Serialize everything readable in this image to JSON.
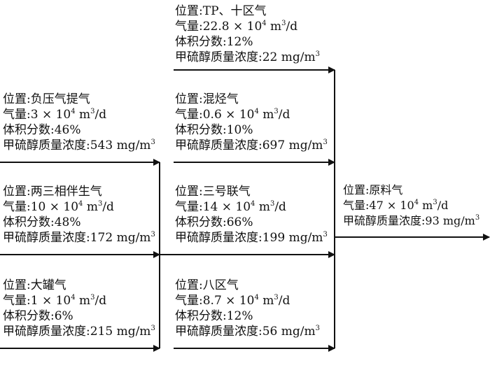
{
  "flows": [
    {
      "id": "tp",
      "location": "位置:TP、十区气",
      "flow": [
        "气量:22.8 × 10",
        "4",
        " m",
        "3",
        "/d"
      ],
      "volume_fraction": "体积分数:12%",
      "concentration": [
        "甲硫醇质量浓度:22 mg/m",
        "3"
      ]
    },
    {
      "id": "negative-pressure",
      "location": "位置:负压气提气",
      "flow": [
        "气量:3 × 10",
        "4",
        " m",
        "3",
        "/d"
      ],
      "volume_fraction": "体积分数:46%",
      "concentration": [
        "甲硫醇质量浓度:543 mg/m",
        "3"
      ]
    },
    {
      "id": "mixed-hydrocarbon",
      "location": "位置:混烃气",
      "flow": [
        "气量:0.6 × 10",
        "4",
        " m",
        "3",
        "/d"
      ],
      "volume_fraction": "体积分数:10%",
      "concentration": [
        "甲硫醇质量浓度:697 mg/m",
        "3"
      ]
    },
    {
      "id": "three-phase",
      "location": "位置:两三相伴生气",
      "flow": [
        "气量:10 × 10",
        "4",
        " m",
        "3",
        "/d"
      ],
      "volume_fraction": "体积分数:48%",
      "concentration": [
        "甲硫醇质量浓度:172 mg/m",
        "3"
      ]
    },
    {
      "id": "station-3",
      "location": "位置:三号联气",
      "flow": [
        "气量:14 × 10",
        "4",
        " m",
        "3",
        "/d"
      ],
      "volume_fraction": "体积分数:66%",
      "concentration": [
        "甲硫醇质量浓度:199 mg/m",
        "3"
      ]
    },
    {
      "id": "big-tank",
      "location": "位置:大罐气",
      "flow": [
        "气量:1 × 10",
        "4",
        " m",
        "3",
        "/d"
      ],
      "volume_fraction": "体积分数:6%",
      "concentration": [
        "甲硫醇质量浓度:215 mg/m",
        "3"
      ]
    },
    {
      "id": "area-8",
      "location": "位置:八区气",
      "flow": [
        "气量:8.7 × 10",
        "4",
        " m",
        "3",
        "/d"
      ],
      "volume_fraction": "体积分数:12%",
      "concentration": [
        "甲硫醇质量浓度:56 mg/m",
        "3"
      ]
    }
  ],
  "output": {
    "location": "位置:原料气",
    "flow": [
      "气量:47 × 10",
      "4",
      " m",
      "3",
      "/d"
    ],
    "concentration": [
      "甲硫醇质量浓度:93 mg/m",
      "3"
    ]
  }
}
